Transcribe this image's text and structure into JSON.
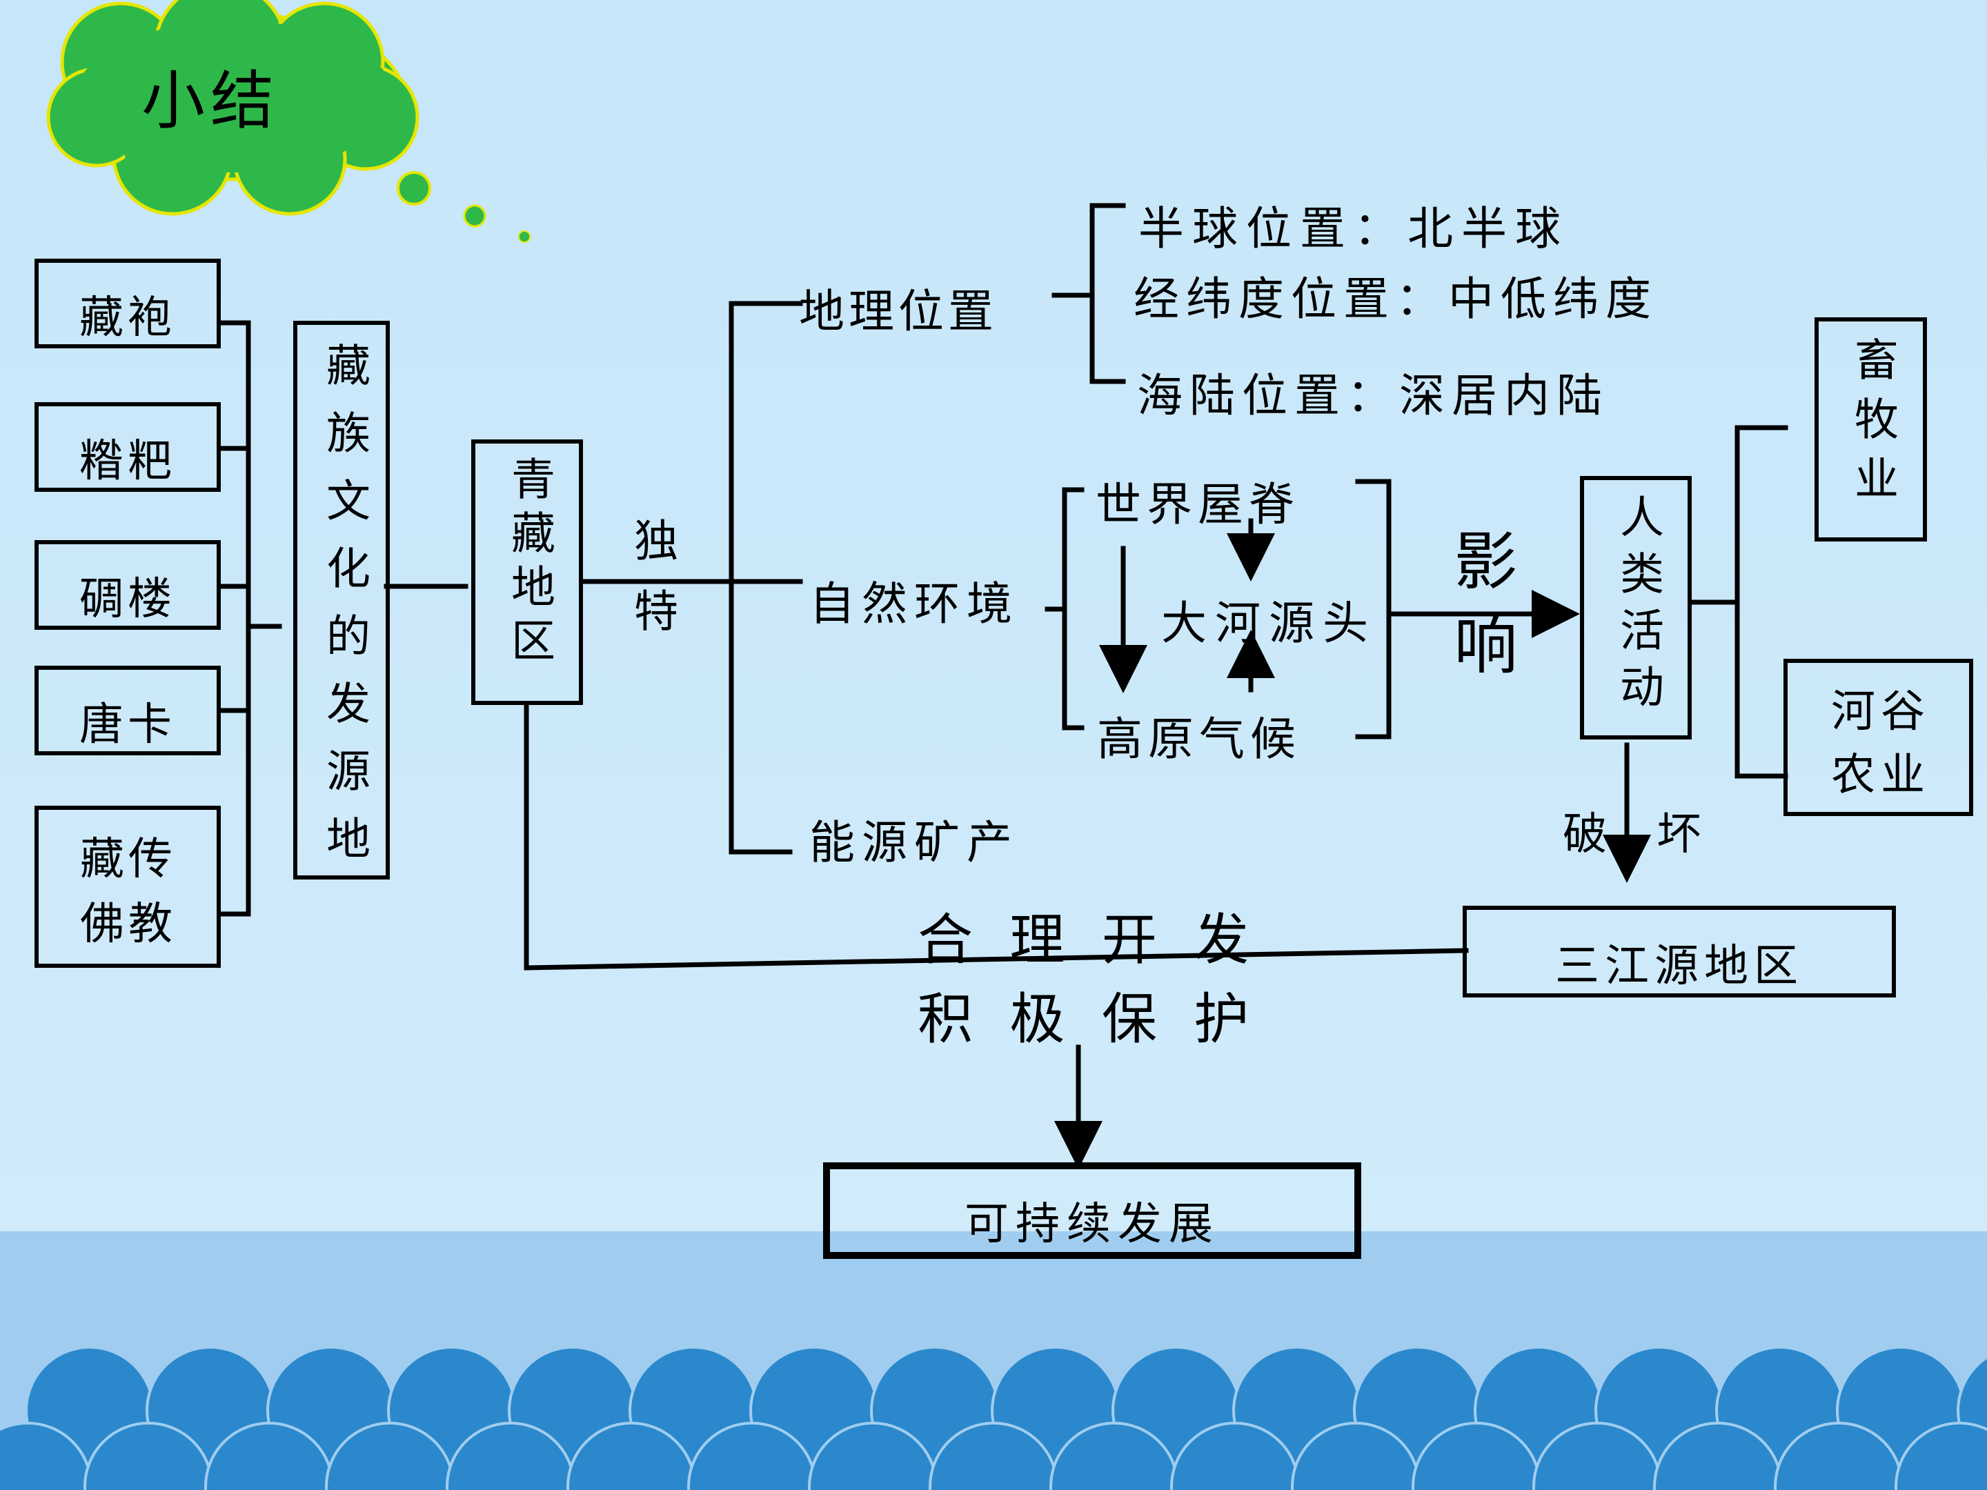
{
  "title": "小结",
  "colors": {
    "background": "#c6e6f9",
    "sea": "#a0cdef",
    "waves": "#2b88cc",
    "cloud": "#2eb84a",
    "cloud_outline": "#e6e600"
  },
  "left_boxes": [
    "藏袍",
    "糌粑",
    "碉楼",
    "唐卡",
    "藏传佛教"
  ],
  "origin_box": "藏族文化的发源地",
  "region_box": "青藏地区",
  "unique_label": "独特",
  "branches": {
    "location": "地理位置",
    "natural": "自然环境",
    "energy": "能源矿产"
  },
  "location_items": [
    "半球位置：北半球",
    "经纬度位置：中低纬度",
    "海陆位置：深居内陆"
  ],
  "natural_items": {
    "roof": "世界屋脊",
    "river": "大河源头",
    "climate": "高原气候"
  },
  "influence_label": "影响",
  "human_activity": "人类活动",
  "activities": [
    "畜牧业",
    "河谷农业"
  ],
  "damage_label": "破 坏",
  "sanjiangyuan": "三江源地区",
  "policy_top": "合 理 开 发",
  "policy_bottom": "积 极 保 护",
  "goal": "可持续发展"
}
